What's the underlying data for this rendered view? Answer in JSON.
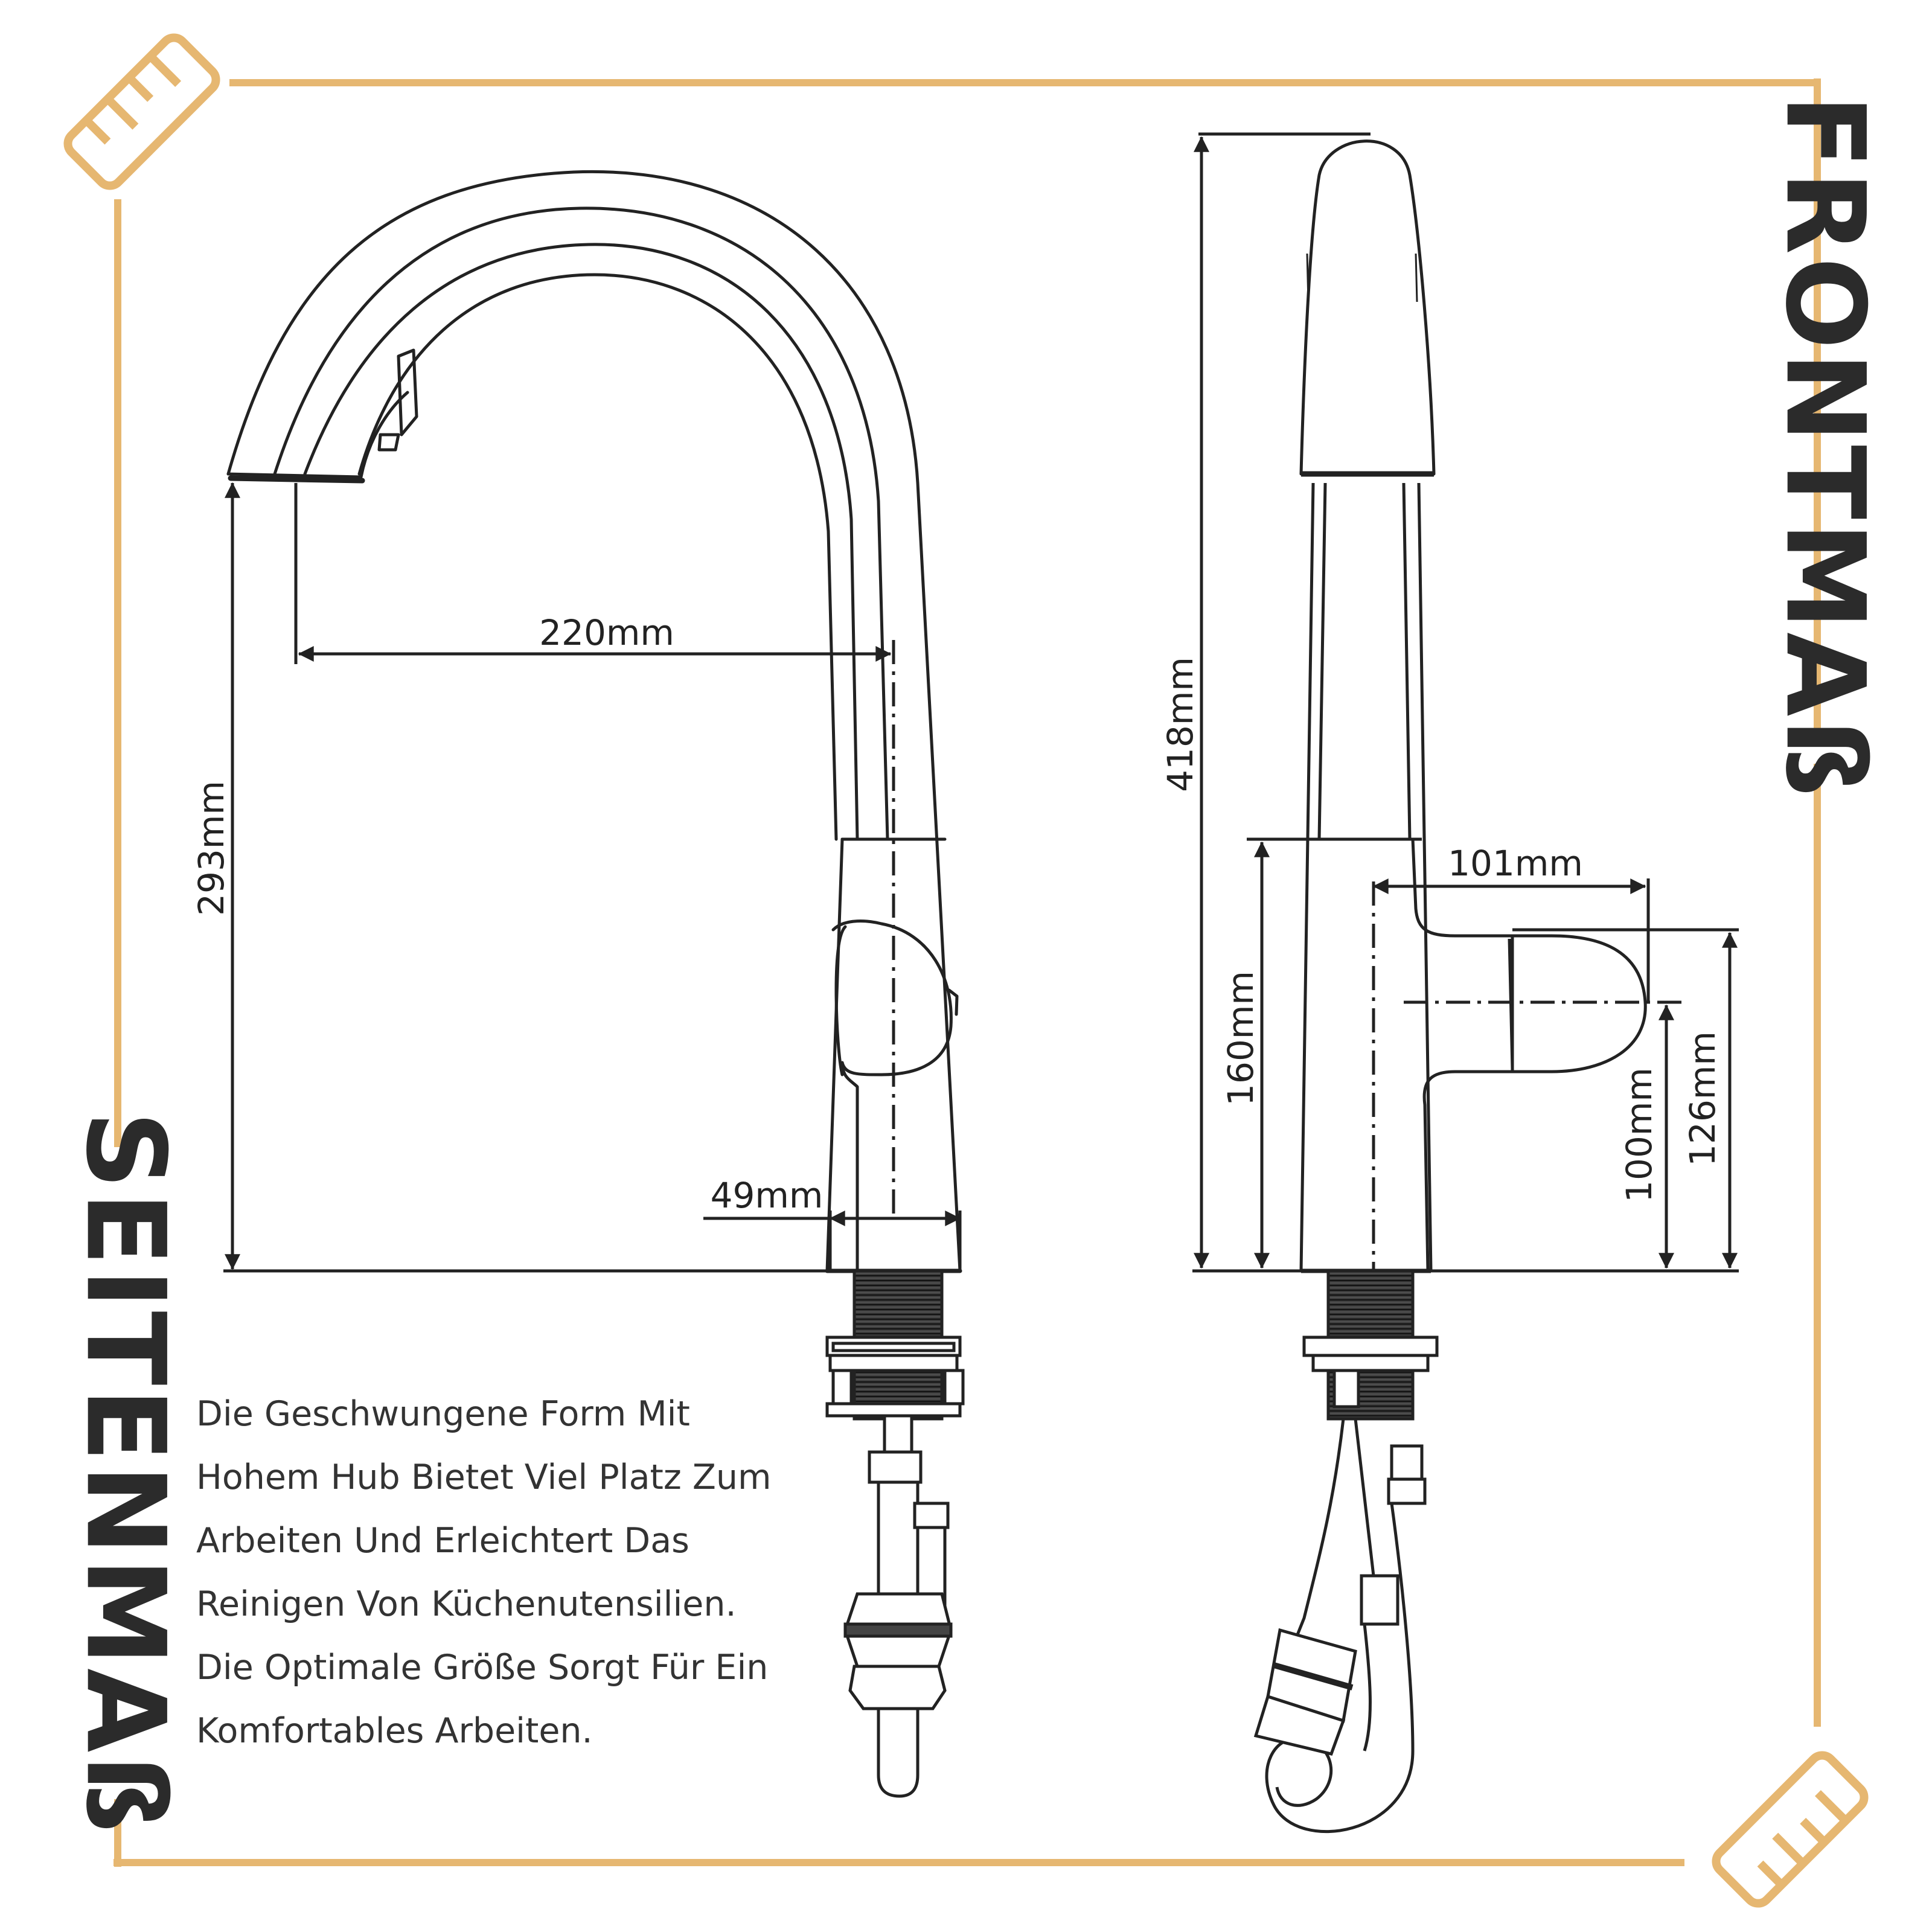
{
  "titles": {
    "side": "SEITENMAß",
    "front": "FRONTMAß"
  },
  "dimensions": {
    "side_reach": "220mm",
    "side_height": "293mm",
    "side_base": "49mm",
    "front_total_height": "418mm",
    "front_handle_height": "160mm",
    "front_handle_depth": "101mm",
    "front_handle_center": "100mm",
    "front_handle_top": "126mm"
  },
  "description": {
    "lines": [
      "Die Geschwungene Form Mit",
      "Hohem Hub Bietet Viel Platz Zum",
      "Arbeiten Und Erleichtert Das",
      "Reinigen Von Küchenutensilien.",
      "Die Optimale Größe Sorgt Für Ein",
      "Komfortables Arbeiten."
    ]
  },
  "icons": {
    "top_left": "ruler-icon",
    "bottom_right": "ruler-icon"
  },
  "colors": {
    "frame": "#E6B771",
    "line": "#222222",
    "thread": "#2a2a2a"
  }
}
